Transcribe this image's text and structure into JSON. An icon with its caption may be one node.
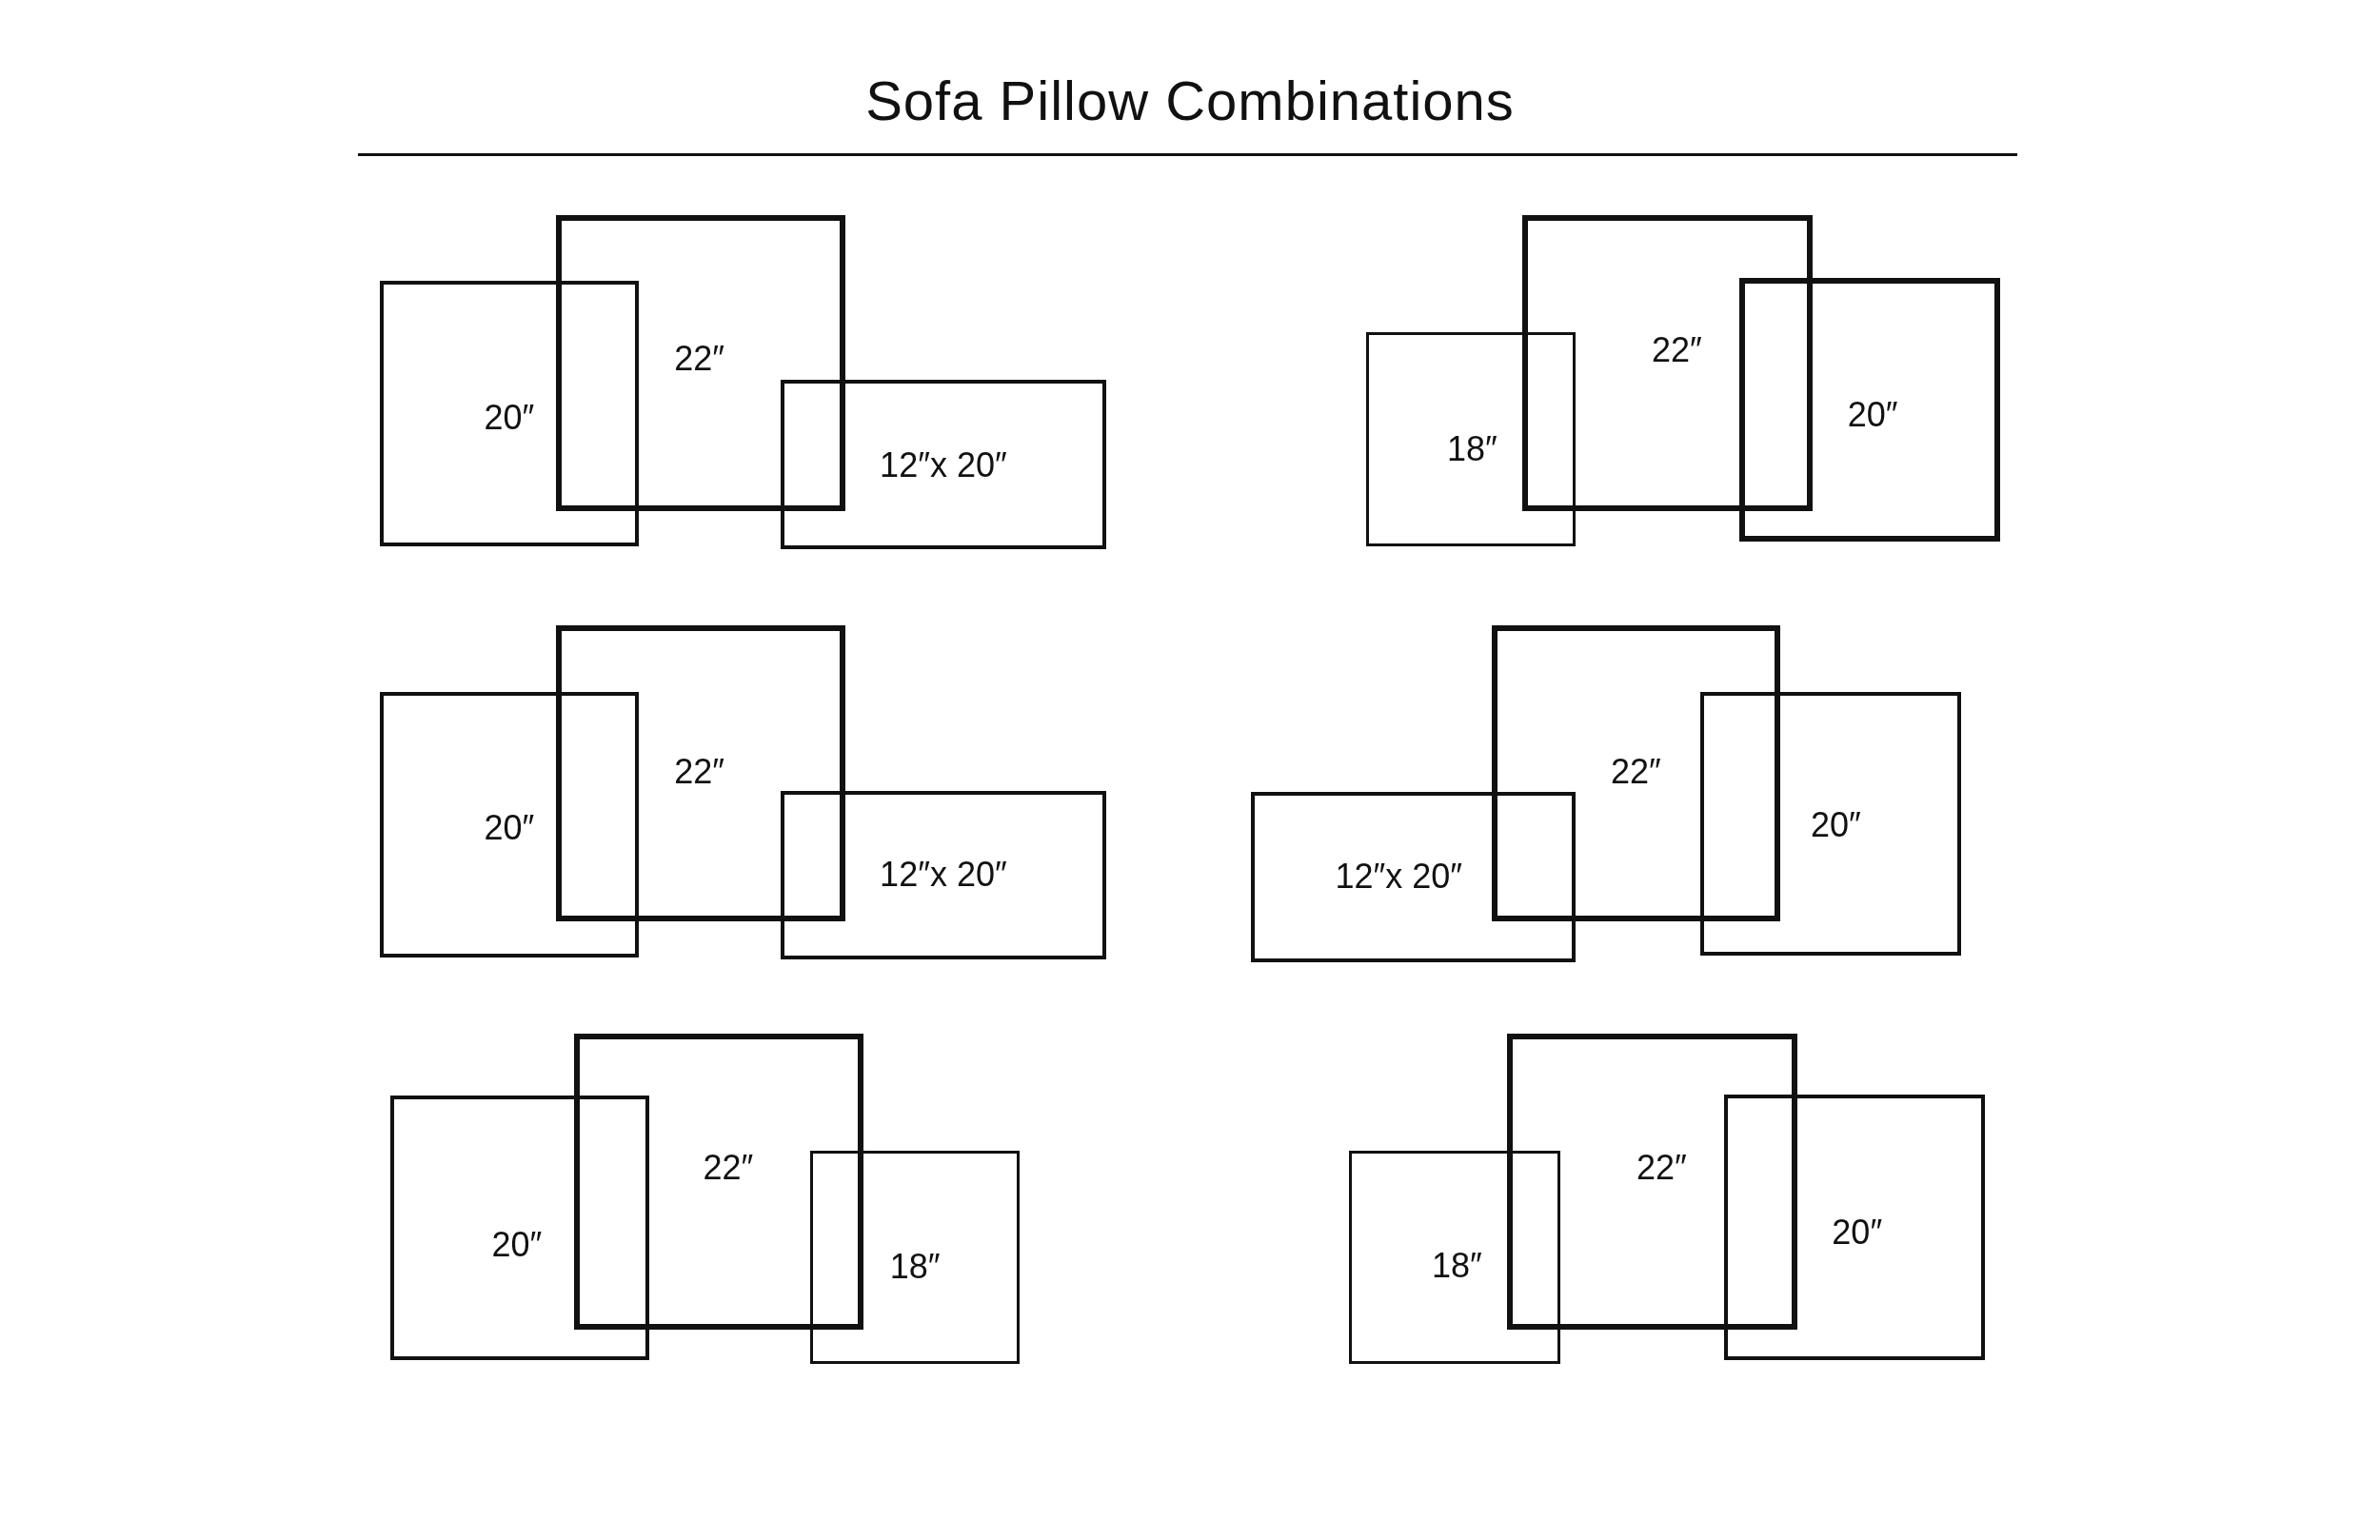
{
  "diagram": {
    "title": "Sofa Pillow Combinations",
    "nodes": [
      {
        "text": [
          "20″"
        ]
      },
      {
        "text": [
          "22″"
        ]
      },
      {
        "text": [
          "12″x 20″"
        ]
      },
      {
        "text": [
          "18″"
        ]
      },
      {
        "text": [
          "22″"
        ]
      },
      {
        "text": [
          "20″"
        ]
      },
      {
        "text": [
          "20″"
        ]
      },
      {
        "text": [
          "22″"
        ]
      },
      {
        "text": [
          "12″x 20″"
        ]
      },
      {
        "text": [
          "12″x 20″"
        ]
      },
      {
        "text": [
          "22″"
        ]
      },
      {
        "text": [
          "20″"
        ]
      },
      {
        "text": [
          "20″"
        ]
      },
      {
        "text": [
          "22″"
        ]
      },
      {
        "text": [
          "18″"
        ]
      },
      {
        "text": [
          "18″"
        ]
      },
      {
        "text": [
          "22″"
        ]
      },
      {
        "text": [
          "20″"
        ]
      }
    ]
  }
}
